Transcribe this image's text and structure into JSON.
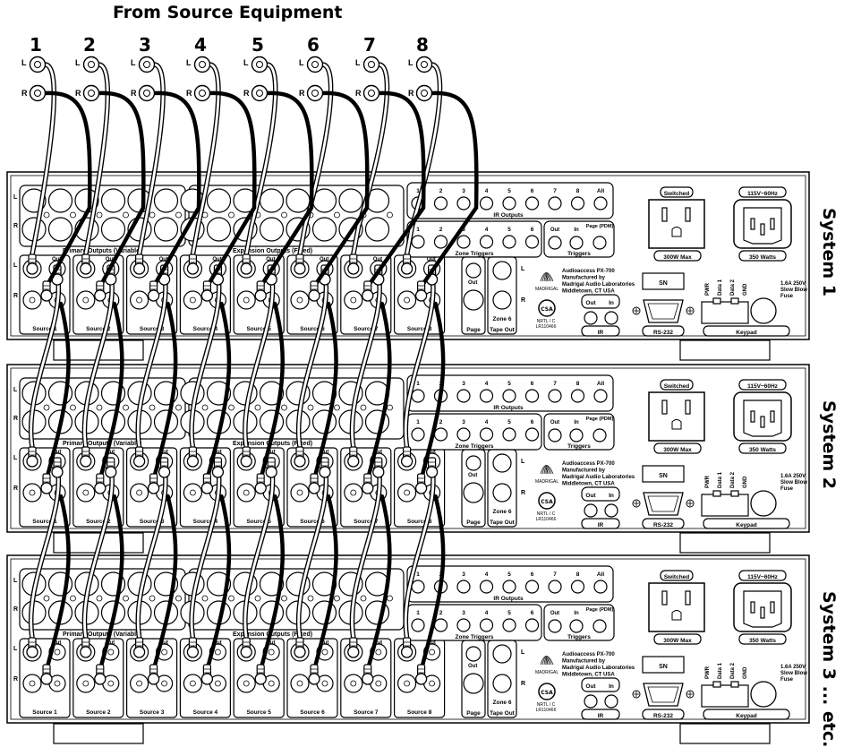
{
  "header": {
    "title": "From Source Equipment"
  },
  "source_numbers": [
    "1",
    "2",
    "3",
    "4",
    "5",
    "6",
    "7",
    "8"
  ],
  "channel_labels": {
    "left": "L",
    "right": "R"
  },
  "systems": [
    "System 1",
    "System 2",
    "System 3 ... etc."
  ],
  "panel": {
    "primary_outputs": "Primary Outputs (Variable)",
    "expansion_outputs": "Expansion Outputs (Fixed)",
    "out_label": "Out",
    "in_label": "In",
    "source_labels": [
      "Source 1",
      "Source 2",
      "Source 3",
      "Source 4",
      "Source 5",
      "Source 6",
      "Source 7",
      "Source 8"
    ],
    "ir_outputs": {
      "numbers": [
        "1",
        "2",
        "3",
        "4",
        "5",
        "6",
        "7",
        "8",
        "All"
      ],
      "label": "IR Outputs"
    },
    "zone_triggers": {
      "numbers": [
        "1",
        "2",
        "3",
        "4",
        "5",
        "6"
      ],
      "label": "Zone Triggers"
    },
    "triggers": {
      "out": "Out",
      "in": "In",
      "page": "Page (PDM)",
      "label": "Triggers"
    },
    "page_label": "Page",
    "zone6": "Zone 6",
    "tape_out": "Tape Out",
    "brand": "MADRIGAL",
    "product_lines": [
      "Audioaccess PX-700",
      "Manufactured by",
      "Madrigal Audio Laboratories",
      "Middletown, CT USA"
    ],
    "cert": [
      "NRTL / C",
      "LR110466"
    ],
    "ir_label": "IR",
    "sn": "SN",
    "rs232": "RS-232",
    "keypad_pins": [
      "PWR",
      "Data 1",
      "Data 2",
      "GND"
    ],
    "keypad": "Keypad",
    "fuse_lines": [
      "1.6A 250V",
      "Slow Blow",
      "Fuse"
    ],
    "switched": "Switched",
    "max": "300W Max",
    "voltage": "115V~60Hz",
    "watts": "350 Watts"
  }
}
